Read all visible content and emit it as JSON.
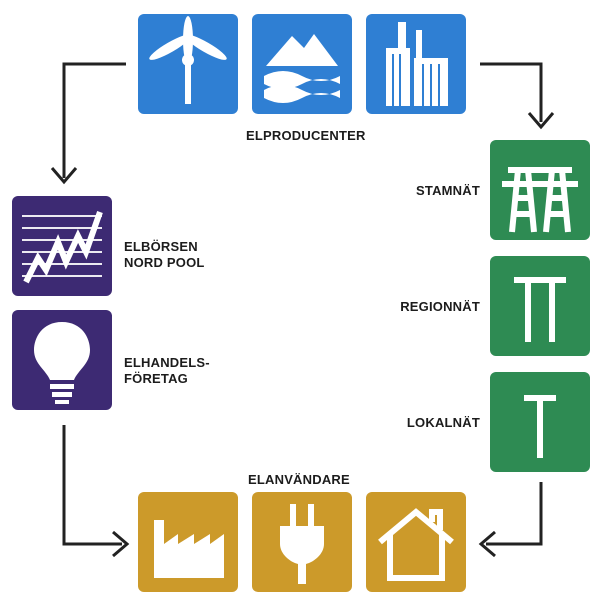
{
  "producers": {
    "title": "ELPRODUCENTER",
    "icons": [
      "wind-turbine-icon",
      "hydro-water-icon",
      "nuclear-plant-icon"
    ]
  },
  "grid": {
    "levels": [
      {
        "label": "STAMNÄT",
        "icon": "transmission-tower-icon"
      },
      {
        "label": "REGIONNÄT",
        "icon": "regional-pole-icon"
      },
      {
        "label": "LOKALNÄT",
        "icon": "local-pole-icon"
      }
    ]
  },
  "market": {
    "exchange_line1": "ELBÖRSEN",
    "exchange_line2": "NORD POOL",
    "exchange_icon": "price-chart-icon",
    "retailer_line1": "ELHANDELS-",
    "retailer_line2": "FÖRETAG",
    "retailer_icon": "light-bulb-icon"
  },
  "consumers": {
    "title": "ELANVÄNDARE",
    "icons": [
      "factory-icon",
      "power-plug-icon",
      "house-icon"
    ]
  },
  "colors": {
    "producers": "#2f7fd3",
    "grid": "#2e8b53",
    "market": "#3d2a73",
    "consumers": "#cc9a2a"
  }
}
